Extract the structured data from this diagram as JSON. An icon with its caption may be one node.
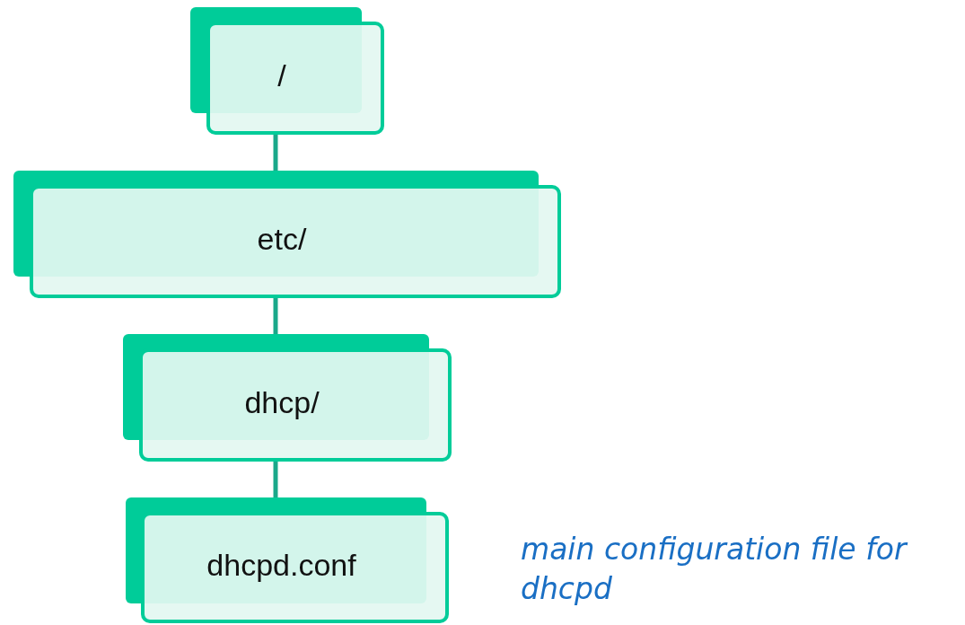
{
  "diagram": {
    "nodes": [
      {
        "text": [
          "/"
        ]
      },
      {
        "text": [
          "etc/"
        ]
      },
      {
        "text": [
          "dhcp/"
        ]
      },
      {
        "text": [
          "dhcpd.conf"
        ],
        "beside": [
          "main configuration file for dhcpd"
        ]
      }
    ],
    "edges": [
      {
        "from": 0,
        "to": 1,
        "arrow": "none"
      },
      {
        "from": 1,
        "to": 2,
        "arrow": "none"
      },
      {
        "from": 2,
        "to": 3,
        "arrow": "none"
      }
    ]
  }
}
